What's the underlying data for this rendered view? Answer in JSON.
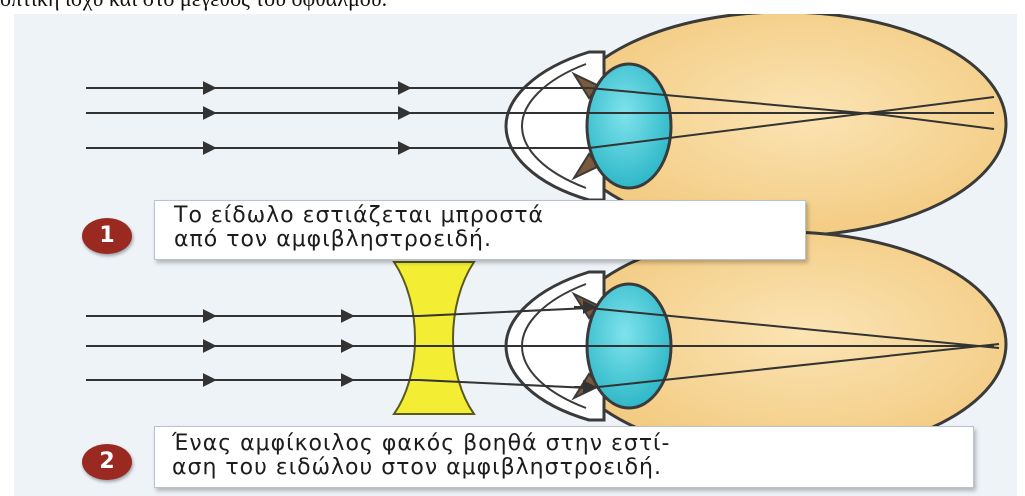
{
  "header": {
    "caption": "οπτική ισχύ και στο μέγεθος του οφθαλμού."
  },
  "panels": [
    {
      "step": "1",
      "text_line1": "Το είδωλο εστιάζεται μπροστά",
      "text_line2": "από τον αμφιβληστροειδή."
    },
    {
      "step": "2",
      "text_line1": "Ένας αμφίκοιλος φακός βοηθά στην εστί-",
      "text_line2": "αση του ειδώλου στον αμφιβληστροειδή."
    }
  ],
  "colors": {
    "background": "#eef3f8",
    "eyeball": "#f7d79b",
    "eye_outline": "#3a3a3a",
    "lens": "#40c9d6",
    "concave_lens": "#f3ee34",
    "badge": "#9a2a21",
    "ray": "#333333"
  }
}
